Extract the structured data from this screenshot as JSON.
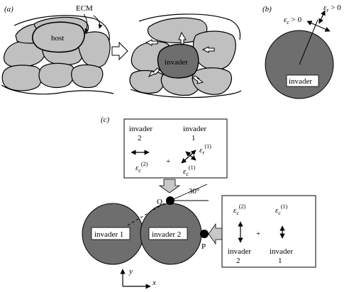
{
  "panel_a": {
    "label": "(a)",
    "ecm": "ECM",
    "host": "host",
    "invader": "invader"
  },
  "panel_b": {
    "label": "(b)",
    "eps_c_pos": "ε",
    "eps_c_pos_sub": "c",
    "eps_c_pos_rel": " > 0",
    "eps_r_pos": "ε",
    "eps_r_pos_sub": "r",
    "eps_r_pos_rel": " > 0",
    "invader": "invader"
  },
  "panel_c": {
    "label": "(c)",
    "top_box": {
      "left_line1": "invader",
      "left_line2": "2",
      "right_line1": "invader",
      "right_line2": "1",
      "plus": "+",
      "eps_c2": "ε",
      "eps_c2_sub": "c",
      "eps_c2_sup": "(2)",
      "eps_c1": "ε",
      "eps_c1_sub": "c",
      "eps_c1_sup": "(1)",
      "eps_r1": "ε",
      "eps_r1_sub": "r",
      "eps_r1_sup": "(1)"
    },
    "right_box": {
      "eps_c2": "ε",
      "eps_c2_sub": "c",
      "eps_c2_sup": "(2)",
      "eps_c1": "ε",
      "eps_c1_sub": "c",
      "eps_c1_sup": "(1)",
      "plus": "+",
      "left_line1": "invader",
      "left_line2": "2",
      "right_line1": "invader",
      "right_line2": "1"
    },
    "invader1": "invader 1",
    "invader2": "invader 2",
    "point_q": "Q",
    "point_p": "P",
    "angle": "30°",
    "axis_y": "y",
    "axis_x": "x"
  },
  "colors": {
    "cell_light": "#c0c0c0",
    "cell_dark": "#6e6e6e",
    "ink": "#000000",
    "arrow_fill": "#c8c8c8"
  }
}
